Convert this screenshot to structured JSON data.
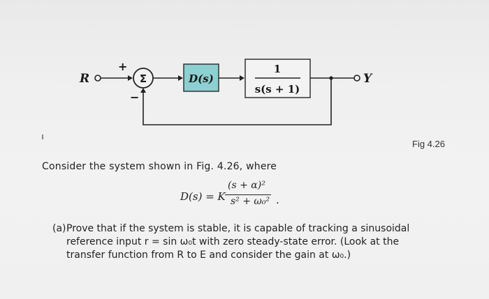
{
  "diagram": {
    "input_label": "R",
    "plus_sign": "+",
    "minus_sign": "−",
    "summer_symbol": "Σ",
    "controller_label": "D(s)",
    "plant_numerator": "1",
    "plant_denominator": "s(s + 1)",
    "output_label": "Y",
    "controller_fill": "#8ecfd1"
  },
  "figure_caption": "Fig 4.26",
  "problem": {
    "intro": "Consider the system shown in Fig. 4.26, where",
    "equation_lhs": "D(s) = K",
    "equation_numerator": "(s + α)²",
    "equation_denominator": "s² + ω₀²",
    "equation_tail": ".",
    "part_a_label": "(a)",
    "part_a_lines": [
      "Prove that if the system is stable, it is capable of tracking a sinusoidal",
      "reference input r = sin ω₀t with zero steady-state error. (Look at the",
      "transfer function from R to E and consider the gain at ω₀.)"
    ]
  }
}
